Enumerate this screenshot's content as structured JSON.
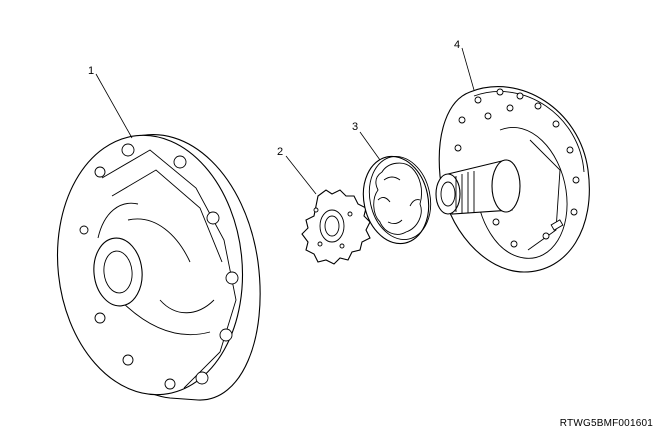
{
  "diagram": {
    "callouts": [
      {
        "label": "1",
        "part_icon": "pump-body-icon"
      },
      {
        "label": "2",
        "part_icon": "drive-gear-icon"
      },
      {
        "label": "3",
        "part_icon": "driven-gear-ring-icon"
      },
      {
        "label": "4",
        "part_icon": "pump-cover-with-stator-shaft-icon"
      }
    ],
    "figure_id": "RTWG5BMF001601"
  }
}
